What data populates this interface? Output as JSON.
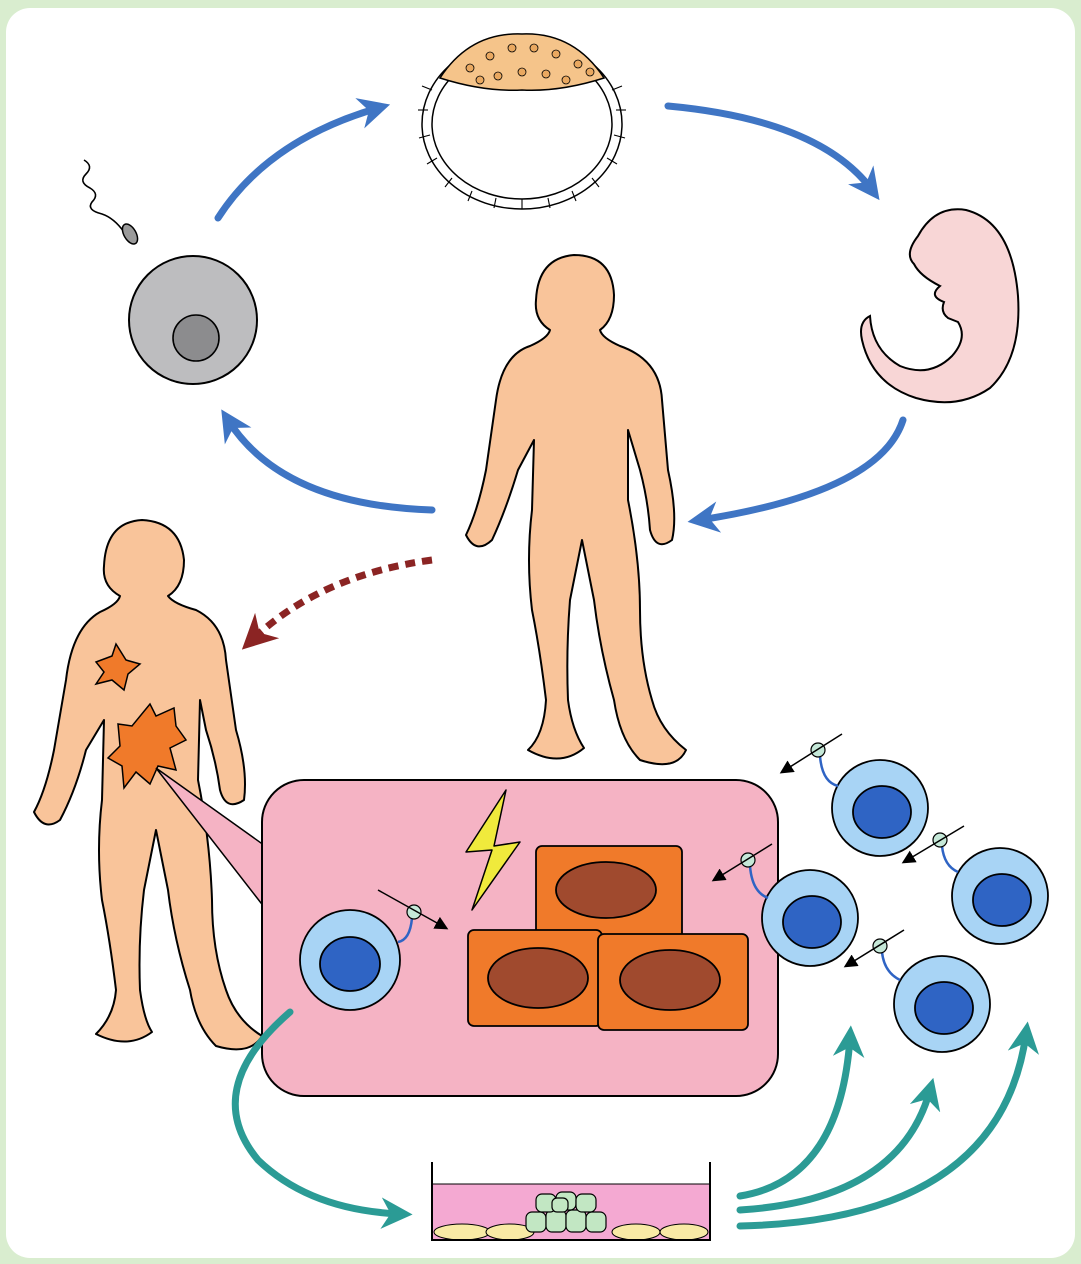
{
  "diagram": {
    "colors": {
      "background": "#d9edcf",
      "panel": "#ffffff",
      "skin": "#f9c49a",
      "cycle_arrow": "#3f75c4",
      "dashed_arrow": "#8b2423",
      "culture_arrow": "#2b9b95",
      "tumor": "#f07a2a",
      "tumor_nucleus": "#a04a2e",
      "tcell": "#a8d4f5",
      "tcell_nucleus": "#2f64c4",
      "inset": "#f5b3c4",
      "embryo": "#f8d6d6",
      "blastocyst_icm": "#f5c48a",
      "egg": "#bdbdbf",
      "lightning": "#f0ea3c",
      "dish": "#f4a9d2",
      "colony": "#c2e7c3",
      "feeder": "#f8eaa5"
    },
    "nodes": [
      {
        "id": "egg-and-sperm",
        "icon": "fertilization-icon"
      },
      {
        "id": "blastocyst",
        "icon": "blastocyst-icon"
      },
      {
        "id": "embryo",
        "icon": "embryo-icon"
      },
      {
        "id": "adult",
        "icon": "human-figure-icon"
      },
      {
        "id": "patient-with-tumor",
        "icon": "human-with-tumor-icon"
      },
      {
        "id": "tumor-microenvironment",
        "icon": "tumor-inset-icon"
      },
      {
        "id": "culture-dish",
        "icon": "culture-dish-icon"
      },
      {
        "id": "expanded-t-cells",
        "icon": "t-cell-icon"
      }
    ],
    "edges": [
      {
        "from": "egg-and-sperm",
        "to": "blastocyst",
        "style": "solid-blue"
      },
      {
        "from": "blastocyst",
        "to": "embryo",
        "style": "solid-blue"
      },
      {
        "from": "embryo",
        "to": "adult",
        "style": "solid-blue"
      },
      {
        "from": "adult",
        "to": "egg-and-sperm",
        "style": "solid-blue"
      },
      {
        "from": "adult",
        "to": "patient-with-tumor",
        "style": "dashed-red"
      },
      {
        "from": "tumor-microenvironment",
        "to": "culture-dish",
        "style": "solid-teal"
      },
      {
        "from": "culture-dish",
        "to": "expanded-t-cells",
        "style": "solid-teal"
      }
    ]
  }
}
